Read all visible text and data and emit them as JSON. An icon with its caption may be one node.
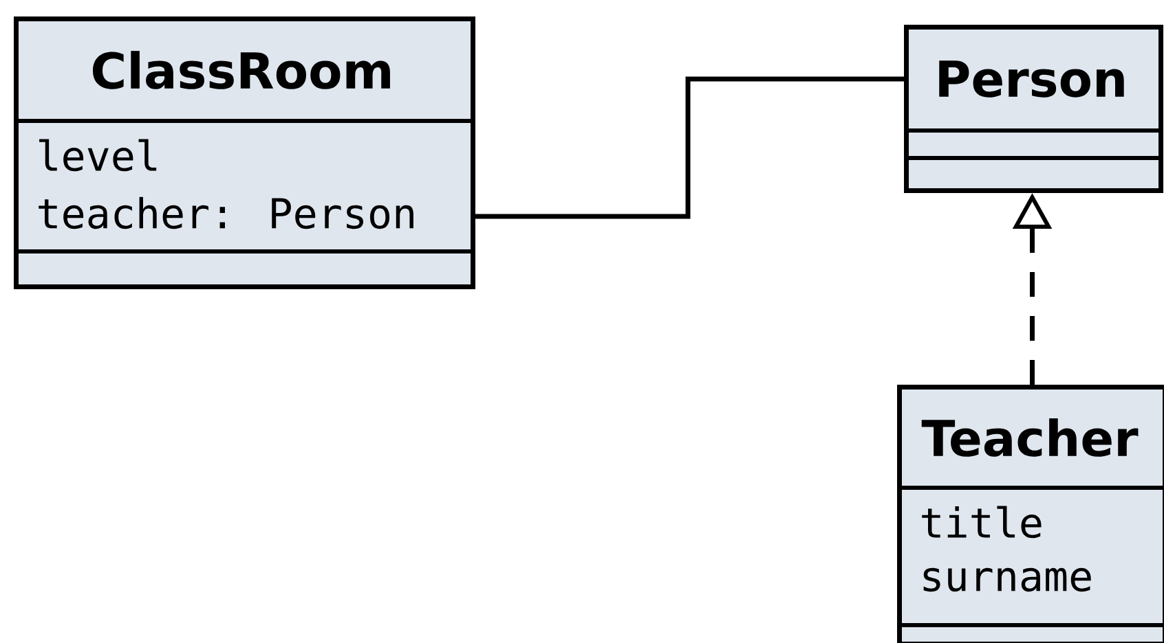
{
  "diagram": {
    "nodes": [
      {
        "text": [
          "ClassRoom",
          "level",
          "teacher: Person"
        ]
      },
      {
        "text": [
          "Person"
        ]
      },
      {
        "text": [
          "Teacher",
          "title",
          "surname"
        ]
      }
    ],
    "edges": [
      {
        "from": 0,
        "to": 1,
        "arrow": "none"
      },
      {
        "from": 2,
        "to": 1,
        "arrow": "to",
        "style": "dashed"
      }
    ]
  }
}
